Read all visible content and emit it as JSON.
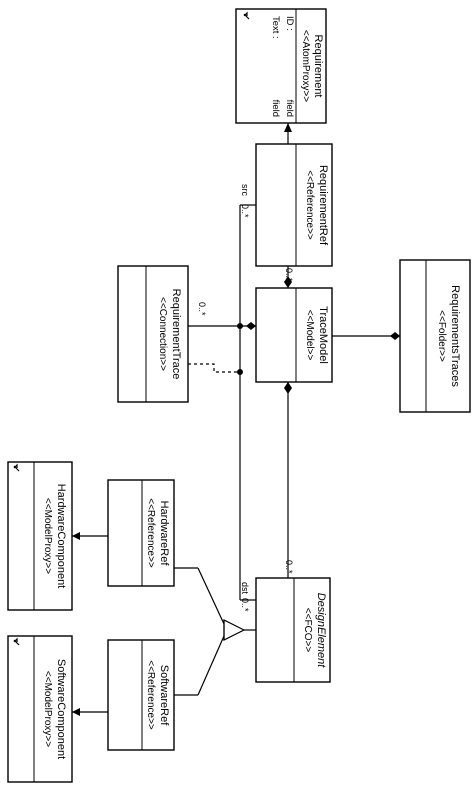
{
  "classes": {
    "requirement": {
      "name": "Requirement",
      "stereotype": "<<AtomProxy>>",
      "attrs": [
        {
          "name": "ID :",
          "type": "field"
        },
        {
          "name": "Text :",
          "type": "field"
        }
      ]
    },
    "requirement_ref": {
      "name": "RequirementRef",
      "stereotype": "<<Reference>>"
    },
    "trace_model": {
      "name": "TraceModel",
      "stereotype": "<<Model>>"
    },
    "requirements_traces": {
      "name": "RequirementsTraces",
      "stereotype": "<<Folder>>"
    },
    "requirement_trace": {
      "name": "RequirementTrace",
      "stereotype": "<<Connection>>"
    },
    "design_element": {
      "name": "DesignElement",
      "stereotype": "<<FCO>>"
    },
    "hardware_ref": {
      "name": "HardwareRef",
      "stereotype": "<<Reference>>"
    },
    "hardware_component": {
      "name": "HardwareComponent",
      "stereotype": "<<ModelProxy>>"
    },
    "software_ref": {
      "name": "SoftwareRef",
      "stereotype": "<<Reference>>"
    },
    "software_component": {
      "name": "SoftwareComponent",
      "stereotype": "<<ModelProxy>>"
    }
  },
  "labels": {
    "src": "src",
    "dst": "dst",
    "mult_src": "0..*",
    "mult_ref_model": "0..*",
    "mult_trace_model": "0..*",
    "mult_design_model": "0..*",
    "mult_dst": "0..*"
  }
}
